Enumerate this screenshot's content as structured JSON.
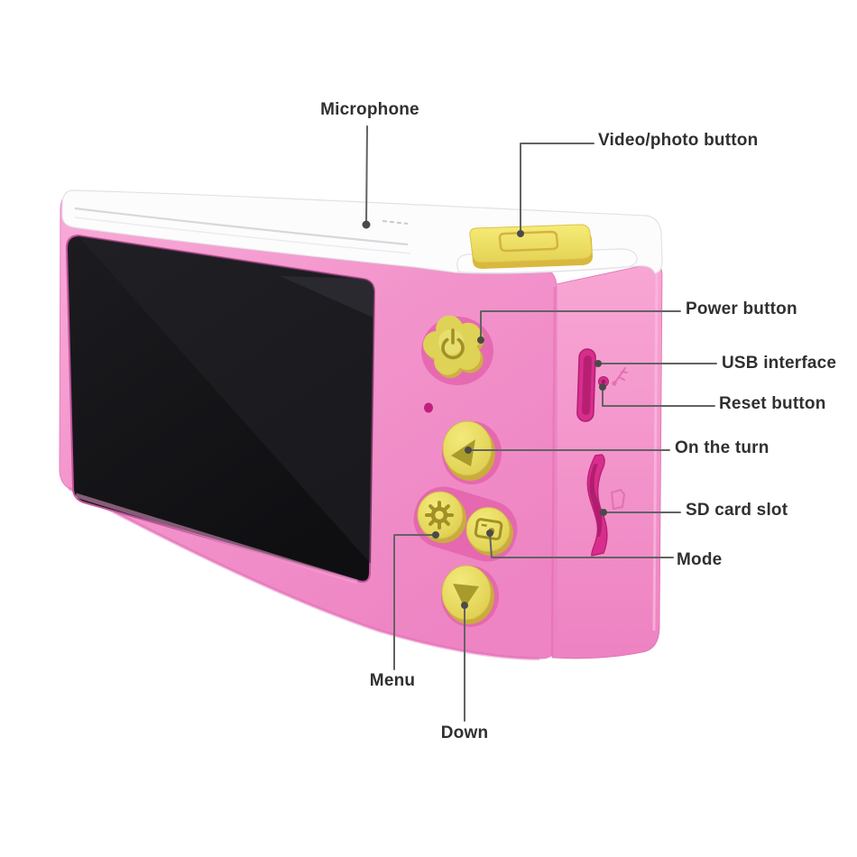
{
  "diagram": {
    "subject": "kids-camera-back-view",
    "labels": {
      "microphone": "Microphone",
      "video_photo": "Video/photo button",
      "power": "Power button",
      "usb": "USB interface",
      "reset": "Reset button",
      "on_the_turn": "On the turn",
      "sd_card": "SD card slot",
      "mode": "Mode",
      "menu": "Menu",
      "down": "Down"
    },
    "icons": [
      "shutter-icon",
      "power-icon",
      "play-up-icon",
      "gear-icon",
      "mode-photo-icon",
      "down-arrow-icon",
      "usb-engraving-icon",
      "sd-engraving-icon"
    ],
    "colors": {
      "body_pink": "#f29ace",
      "body_pink_dark": "#ef87c4",
      "side_pink": "#f39dcf",
      "recess_pink": "#e568b0",
      "slot_magenta": "#d92d8d",
      "button_yellow": "#e7da5e",
      "button_yellow_dark": "#a39025",
      "button_shadow": "#c9ab3e",
      "screen_black": "#141417",
      "top_white": "#fcfcfd",
      "leader_line": "#636363",
      "label_text": "#303030",
      "background": "#ffffff"
    }
  }
}
